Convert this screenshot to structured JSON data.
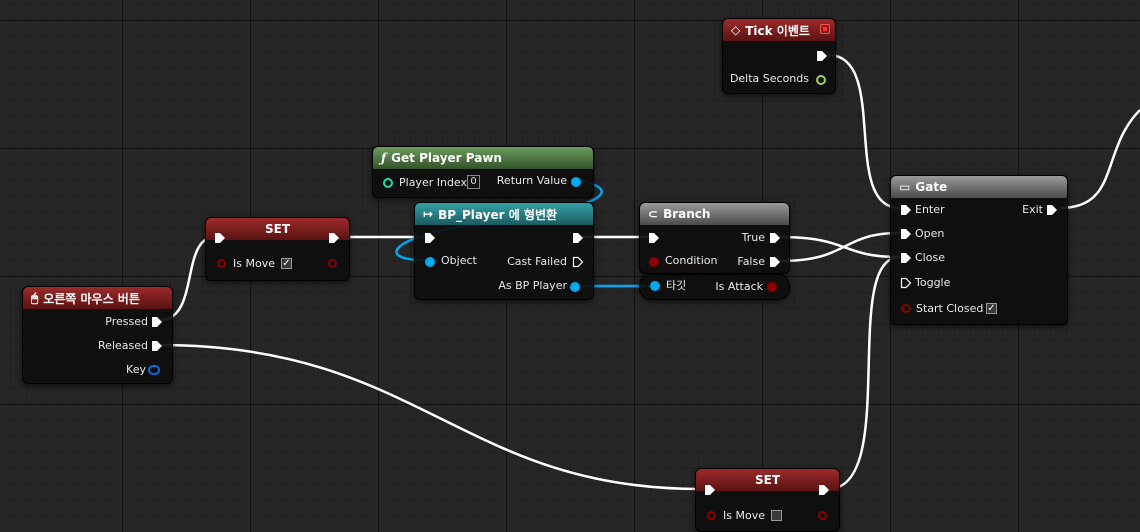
{
  "nodes": {
    "tick": {
      "title": "Tick 이벤트",
      "delta": "Delta Seconds"
    },
    "mouse": {
      "title": "오른쪽 마우스 버튼",
      "pressed": "Pressed",
      "released": "Released",
      "key": "Key"
    },
    "set1": {
      "title": "SET",
      "var": "Is Move",
      "checked": "✓"
    },
    "get_pawn": {
      "title": "Get Player Pawn",
      "player_index": "Player Index",
      "index_value": "0",
      "return_value": "Return Value"
    },
    "cast": {
      "title": "BP_Player 에 형변환",
      "object": "Object",
      "cast_failed": "Cast Failed",
      "as_player": "As BP Player"
    },
    "branch": {
      "title": "Branch",
      "condition": "Condition",
      "true": "True",
      "false": "False"
    },
    "target_get": {
      "target": "타깃",
      "var": "Is Attack"
    },
    "gate": {
      "title": "Gate",
      "enter": "Enter",
      "open": "Open",
      "close": "Close",
      "toggle": "Toggle",
      "start_closed": "Start Closed",
      "exit": "Exit",
      "checked": "✓"
    },
    "set2": {
      "title": "SET",
      "var": "Is Move",
      "checked": ""
    }
  },
  "colors": {
    "exec": "#ffffff",
    "bool": "#8c0000",
    "object": "#00a8f0",
    "int": "#1edcb0",
    "float": "#9ed24b",
    "struct": "#0070e0"
  },
  "icons": {
    "tick": "event-diamond-icon",
    "mouse": "mouse-icon",
    "function": "function-icon",
    "cast": "cast-arrow-icon",
    "branch": "branch-icon",
    "gate": "gate-icon"
  }
}
